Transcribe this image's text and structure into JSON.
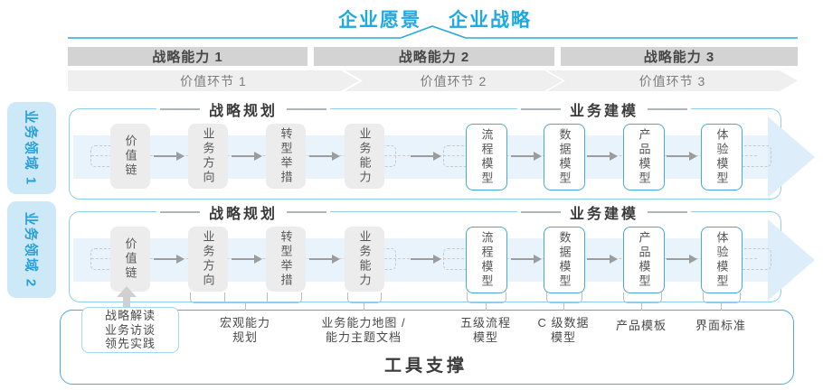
{
  "header": {
    "vision": "企业愿景",
    "strategy": "企业战略"
  },
  "capabilities": [
    "战略能力 1",
    "战略能力 2",
    "战略能力 3"
  ],
  "value_links": [
    "价值环节 1",
    "价值环节 2",
    "价值环节 3"
  ],
  "domains": [
    "业务领域 1",
    "业务领域 2"
  ],
  "sections": {
    "planning": "战略规划",
    "modeling": "业务建模"
  },
  "boxes": [
    {
      "label": "价值链",
      "style": "gray"
    },
    {
      "label": "业务方向",
      "style": "gray"
    },
    {
      "label": "转型举措",
      "style": "gray"
    },
    {
      "label": "业务能力",
      "style": "gray"
    },
    {
      "label": "流程模型",
      "style": "blue"
    },
    {
      "label": "数据模型",
      "style": "blue"
    },
    {
      "label": "产品模型",
      "style": "blue"
    },
    {
      "label": "体验模型",
      "style": "blue"
    }
  ],
  "annotations": {
    "practice": [
      "战略解读",
      "业务访谈",
      "领先实践"
    ],
    "macro": [
      "宏观能力",
      "规划"
    ],
    "capmap": [
      "业务能力地图 /",
      "能力主题文档"
    ],
    "process5": [
      "五级流程",
      "模型"
    ],
    "cdata": [
      "C 级数据",
      "模型"
    ],
    "product_tpl": [
      "产品模板"
    ],
    "ui_std": [
      "界面标准"
    ]
  },
  "footer": {
    "tool_support": "工具支撑"
  },
  "colors": {
    "accent_blue": "#1fa9e3",
    "row_border": "#8ecfeb",
    "outer_border": "#4fa9d8",
    "box_blue_border": "#45a9da",
    "bar_gray": "#d3d3d3",
    "chevron_gray": "#efefef",
    "box_gray": "#ececec",
    "band_blue": "#e9f3fb",
    "domain_fill": "#cde9f7",
    "domain_text": "#2b9fd9"
  }
}
